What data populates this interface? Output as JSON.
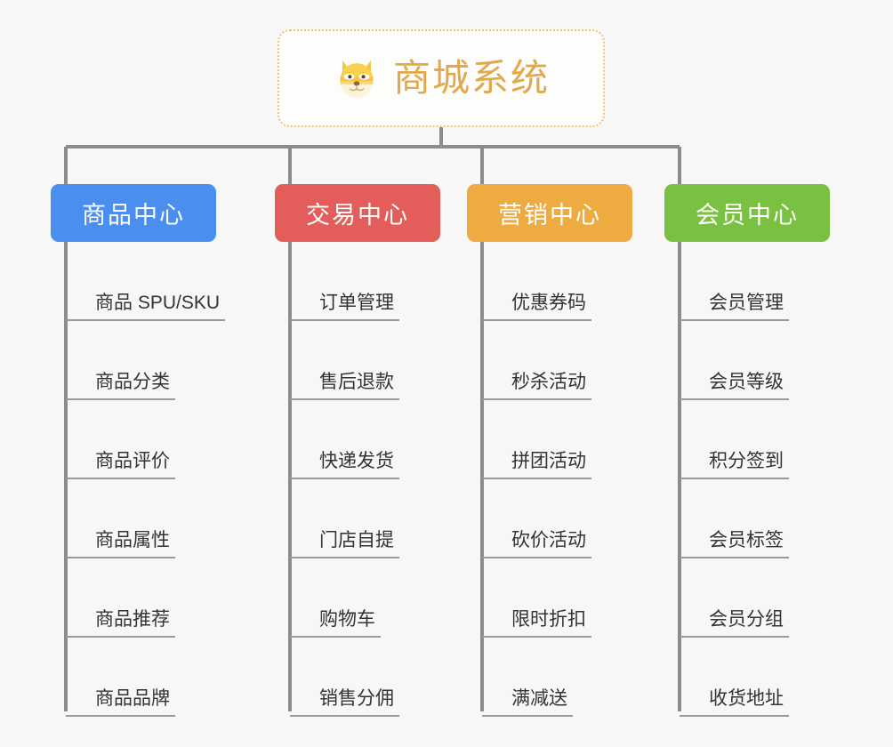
{
  "diagram": {
    "title": "商城系统",
    "root": {
      "icon": "dog-face-emoji",
      "label": "商城系统",
      "text_color": "#e2a84c",
      "border_color": "#f0c269",
      "background": "#fdfdfc"
    },
    "page_background": "#f7f7f7",
    "connector_color": "#8c8c8c",
    "leaf_rule_color": "#9a9a9a",
    "leaf_text_color": "#333333",
    "branches": [
      {
        "label": "商品中心",
        "color": "#4a8ef0",
        "leaves": [
          "商品 SPU/SKU",
          "商品分类",
          "商品评价",
          "商品属性",
          "商品推荐",
          "商品品牌"
        ]
      },
      {
        "label": "交易中心",
        "color": "#e35d5b",
        "leaves": [
          "订单管理",
          "售后退款",
          "快递发货",
          "门店自提",
          "购物车",
          "销售分佣"
        ]
      },
      {
        "label": "营销中心",
        "color": "#eeab42",
        "leaves": [
          "优惠券码",
          "秒杀活动",
          "拼团活动",
          "砍价活动",
          "限时折扣",
          "满减送"
        ]
      },
      {
        "label": "会员中心",
        "color": "#7ac142",
        "leaves": [
          "会员管理",
          "会员等级",
          "积分签到",
          "会员标签",
          "会员分组",
          "收货地址"
        ]
      }
    ]
  }
}
